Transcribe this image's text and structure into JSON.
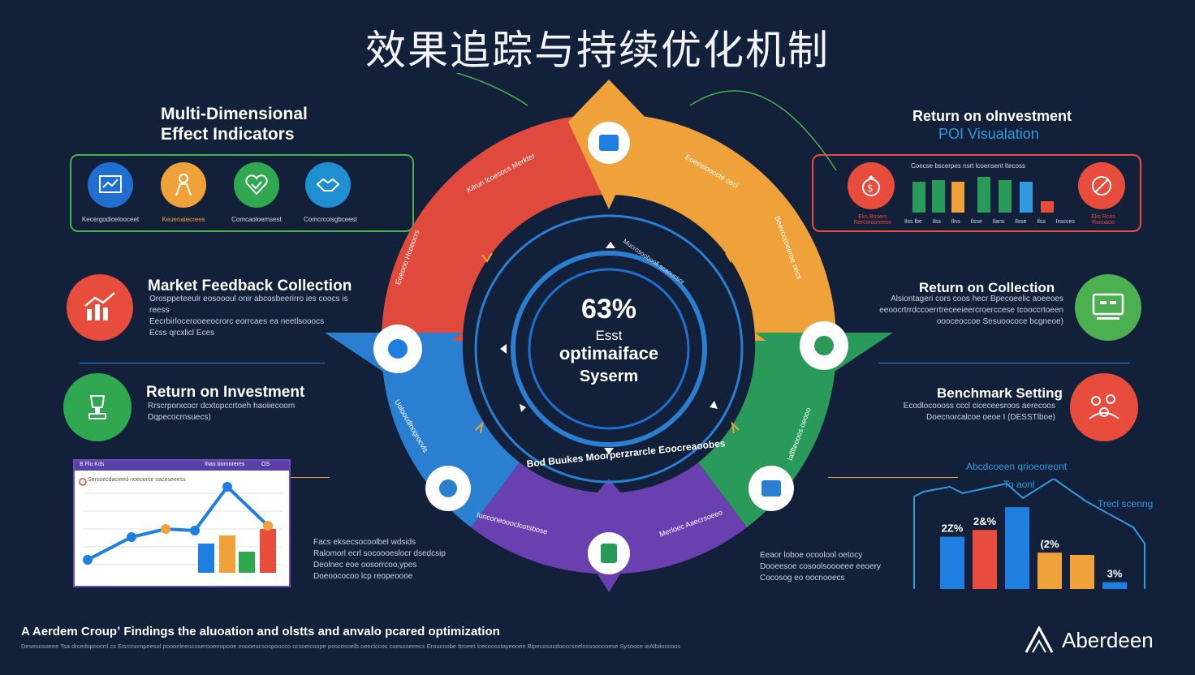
{
  "title": "效果追踪与持续优化机制",
  "left": {
    "indicators": {
      "title_line1": "Multi-Dimensional",
      "title_line2": "Effect Indicators",
      "items": [
        "Kecergodicelooceet",
        "Keuenaiecrees",
        "Comcaoloemsest",
        "Comcrcoisgbceest"
      ],
      "colors": [
        "#1f6fd1",
        "#f0a23a",
        "#2fa84f",
        "#1f8fd1"
      ]
    },
    "market_feedback": {
      "title": "Market Feedback Collection",
      "desc": [
        "Orosppeteeulr eosoooul onir abcosbeerirro ies coocs is reess",
        "Eecrbirlocerooeeocrorc eorrcaes ea neetlsooocs",
        "Ecss qrcxlicl Eces"
      ]
    },
    "roi": {
      "title": "Return on Investment",
      "desc": [
        "Rrscrporxcocr dcxtopccrtoeh haoiiecoom",
        "Dqpecocrnsuecs)"
      ]
    },
    "mini_chart": {
      "header_left": "B Flo Kds",
      "header_right": "Ihao bornoreres",
      "header_num": "OS",
      "legend": "Sersoecdacieed noeoorse oaceseeess"
    }
  },
  "right": {
    "roi_viz": {
      "title_line1": "Return on oInvestment",
      "title_line2": "POI Visualation",
      "chart_title": "Coecse bscerpes nsrt lcoensent ltecoss",
      "bar_labels": [
        "Ilss lbe",
        "Ilss",
        "Ilns",
        "Ilsse",
        "Ilans",
        "Ilsse",
        "Ilss",
        "Isscces"
      ],
      "left_caption": "Eks Bosers Rercsroonreoo",
      "right_caption": "Eks Rces Rscoaoo"
    },
    "roc": {
      "title": "Return on Collection",
      "desc": [
        "Alsiontageri cors coos hecr Bpecoeelic aoeeoes",
        "eeoocrtrrdccoerrtreceeieercroerccese tcooccrtoeen",
        "oooceoccoe Sesuoococe bcgneoe)"
      ]
    },
    "benchmark": {
      "title": "Benchmark Setting",
      "desc": [
        "Ecodlocoooss cccl ciceceesroos aerecoos",
        "Doecnorcalcoe oeoe I (DESSTlboe)"
      ]
    },
    "bar_chart": {
      "annotation": "Abcdcoeen qrioeoreont",
      "subannotation": "To aonl",
      "trend_label": "Trecl scenng",
      "values": [
        23,
        26,
        36,
        16,
        15,
        3
      ],
      "labels": [
        "2Z%",
        "2&%",
        "",
        "(2%",
        "",
        "3%"
      ],
      "colors": [
        "#1f7fe0",
        "#e74c3c",
        "#1f7fe0",
        "#f0a23a",
        "#f0a23a",
        "#1f7fe0"
      ]
    }
  },
  "center": {
    "percent": "63%",
    "line1": "Esst",
    "line2": "optimaiface",
    "line3": "Syserm",
    "ring_top_text": "Mucrosoobooll scaoucsor",
    "ring_bottom_text": "Bod Buukes Moorperzrarcle Eoocreaoobes",
    "segment_top_left": "Kilrun lcoesocs Merkter",
    "segment_top_right": "Eoeeelooocte osci",
    "segment_left": "Eoeooo Hcoeocrs",
    "segment_right": "Beevcoroeeroe oecs",
    "segment_bottom_left": "Iunconeoooclcotsbose",
    "segment_bottom_right": "Merloec Aaecrsoeeo",
    "segment_left_lower": "Uoloocdlnogrocvls",
    "segment_right_lower": "Iallfteooos oeooo"
  },
  "notes": {
    "left": [
      "Facs eksecsocoolbel wdsids",
      "Ralomorl ecrl socoooeslocr dsedcsip",
      "Deolnec eoe oosorrcoo,ypes",
      "Doeoococoo lcp reopeoooe"
    ],
    "right": [
      "Eeaor loboe ocoolool oetocy",
      "Dooeesoe cosoolsoooeee eeoery",
      "Cocosog eo oocnooecs"
    ]
  },
  "footer": {
    "title": "A Aerdem Croupʼ Findings the aluoation and olstts and anvalo pcared optimization",
    "subtitle": "Deseoosoeee Tsa drcedspoocrrl cs Eisrcnompeesol poooeleeocoserooeeopooe eoooeocsospoocco ccsoeicoope poscosoelb oeeclccos coesooeeecs Eroucoobe ttroeet lcecoosstayeooee Bipecosocdocccsnelosssoocoese Sysooce ieAlbiloccoos"
  },
  "brand": "Aberdeen"
}
